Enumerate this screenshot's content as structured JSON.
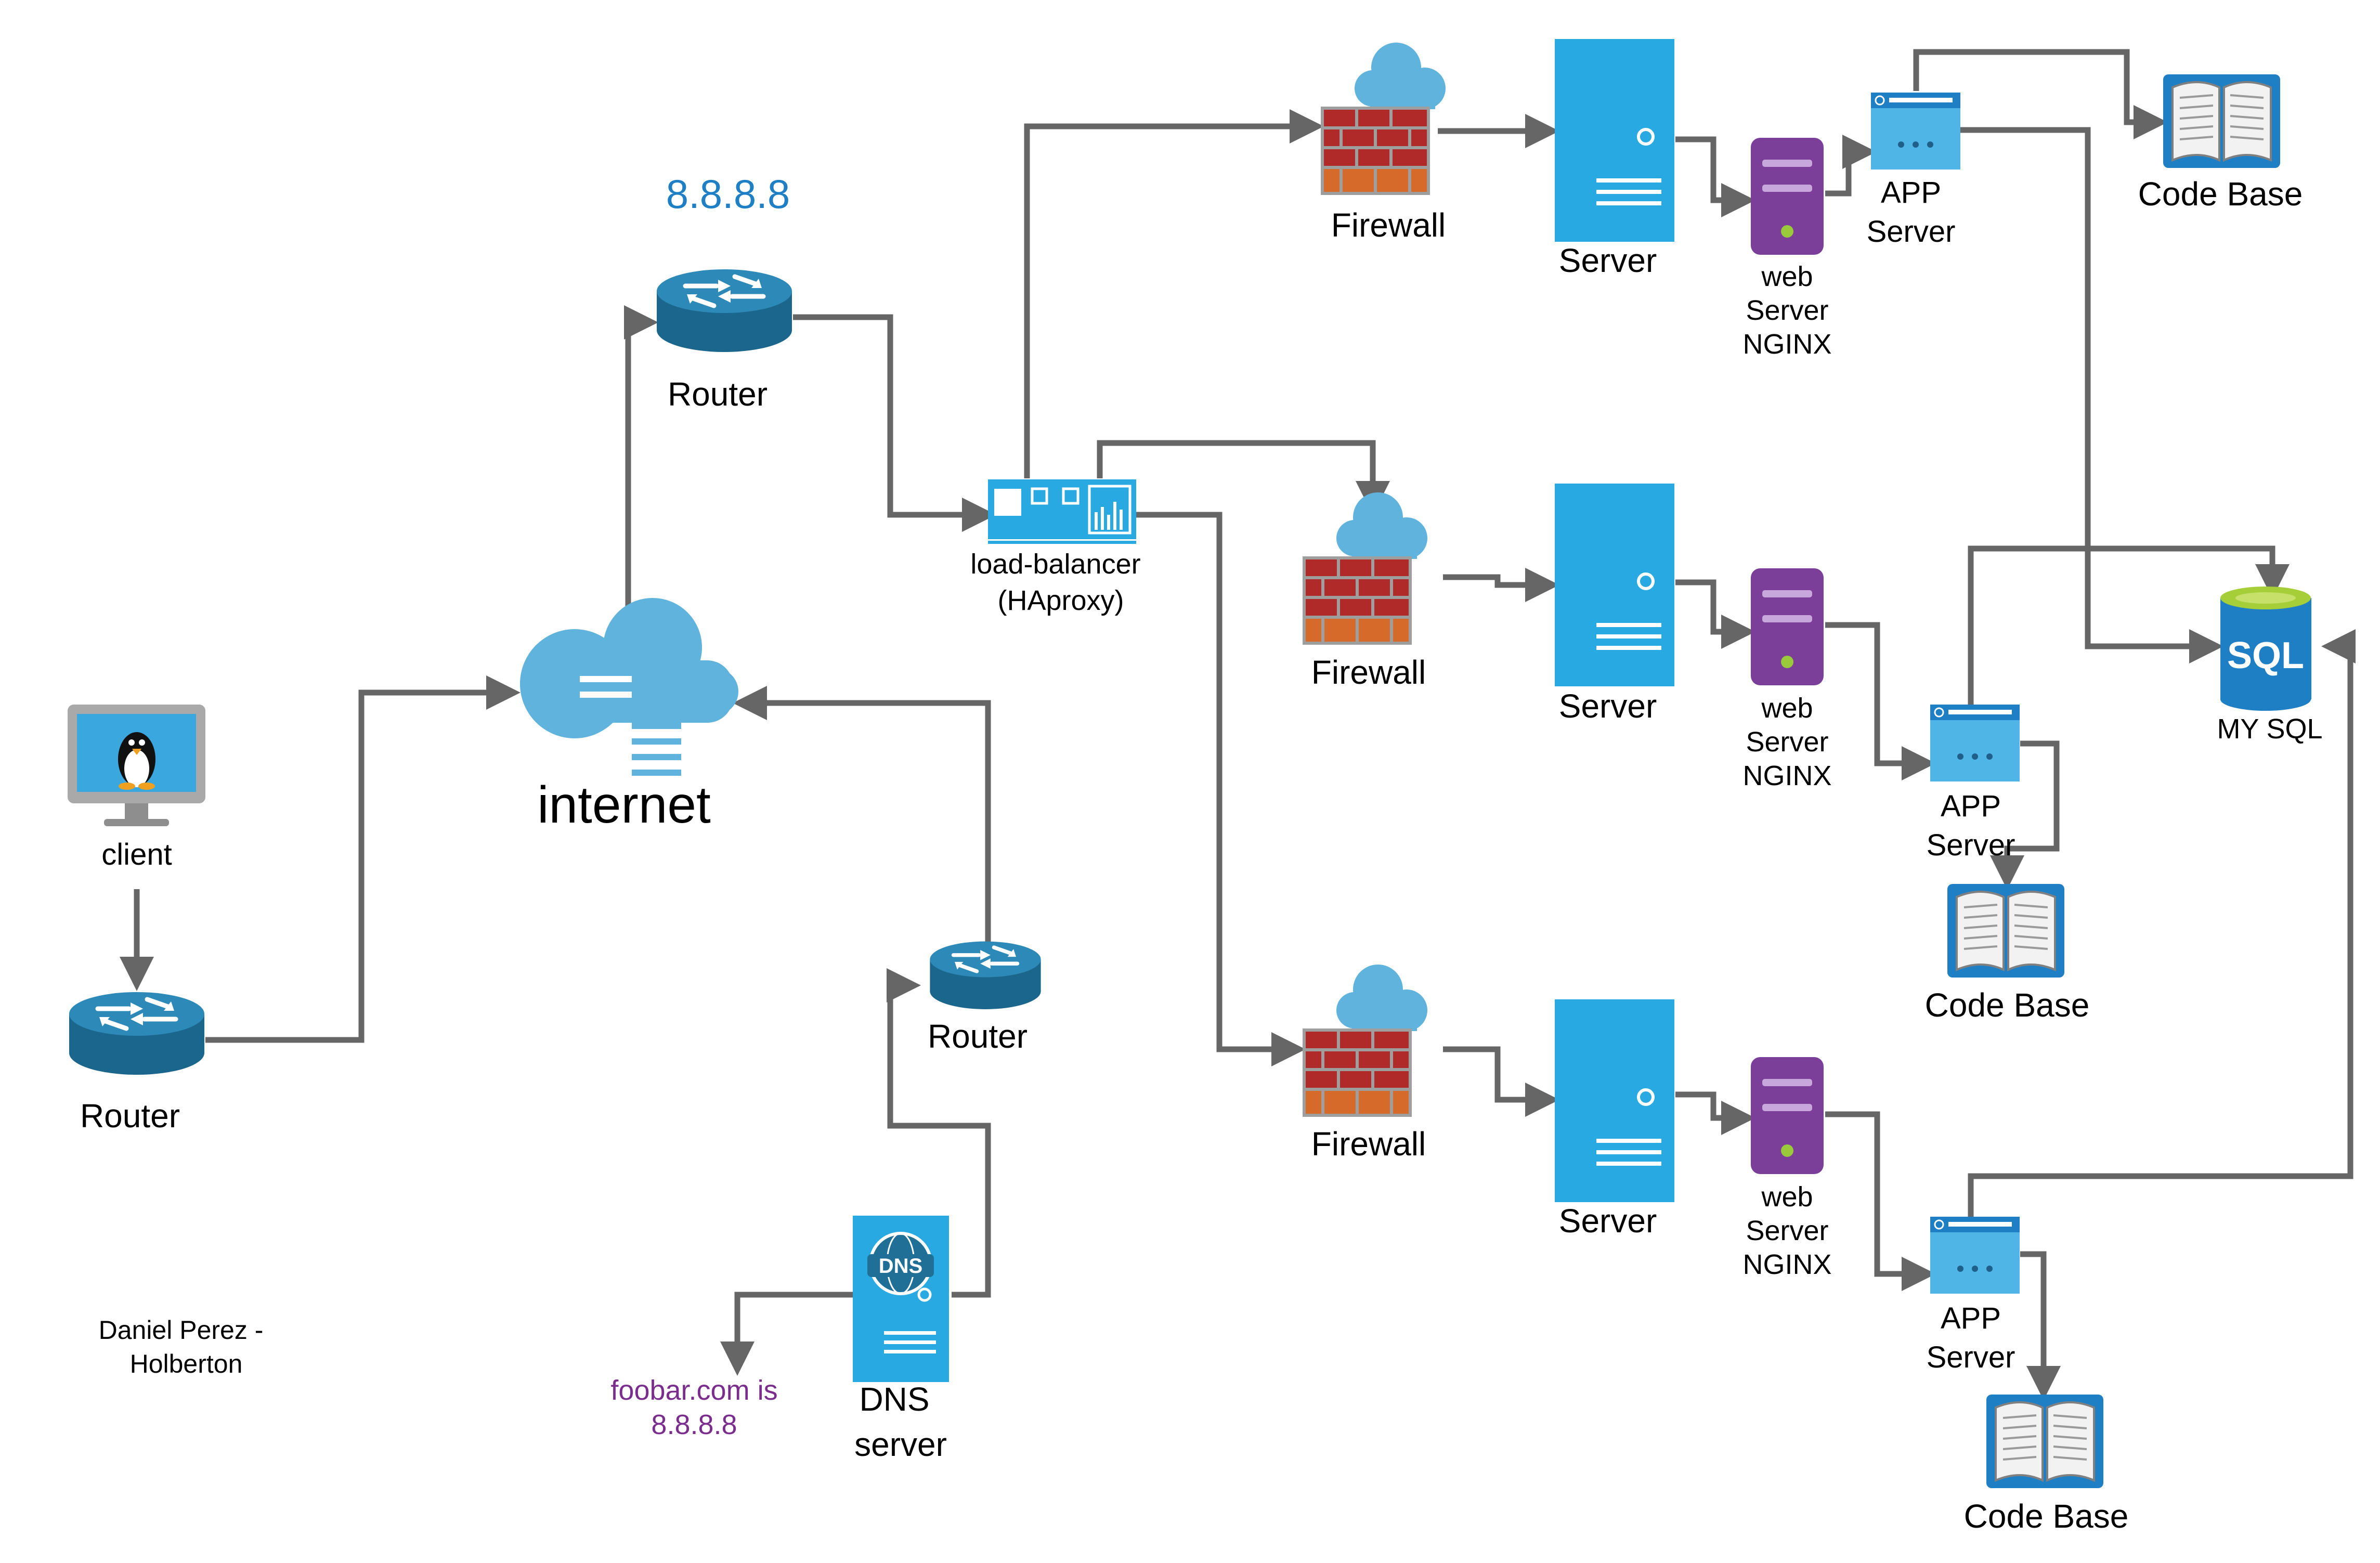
{
  "labels": {
    "client": "client",
    "router_client": "Router",
    "internet": "internet",
    "router_top": "Router",
    "router_top_ip": "8.8.8.8",
    "router_dns": "Router",
    "dns_line1": "DNS",
    "dns_line2": "server",
    "dns_icon_text": "DNS",
    "foobar_line1": "foobar.com is",
    "foobar_line2": "8.8.8.8",
    "author_line1": "Daniel Perez -",
    "author_line2": "Holberton",
    "lb_line1": "load-balancer",
    "lb_line2": "(HAproxy)",
    "mysql": "MY SQL",
    "sql_icon_text": "SQL"
  },
  "stacks": [
    {
      "firewall": "Firewall",
      "server": "Server",
      "web": [
        "web",
        "Server",
        "NGINX"
      ],
      "app": [
        "APP",
        "Server"
      ],
      "codebase": "Code Base"
    },
    {
      "firewall": "Firewall",
      "server": "Server",
      "web": [
        "web",
        "Server",
        "NGINX"
      ],
      "app": [
        "APP",
        "Server"
      ],
      "codebase": "Code Base"
    },
    {
      "firewall": "Firewall",
      "server": "Server",
      "web": [
        "web",
        "Server",
        "NGINX"
      ],
      "app": [
        "APP",
        "Server"
      ],
      "codebase": "Code Base"
    }
  ],
  "colors": {
    "connector": "#666666",
    "router": "#1f6f96",
    "cloud": "#5fb3dc",
    "server": "#29a9e1",
    "web_server": "#7b3f99",
    "firewall_brick": "#b02a2a",
    "ip_text": "#1f7fc4",
    "note_text": "#7b2d8e"
  }
}
